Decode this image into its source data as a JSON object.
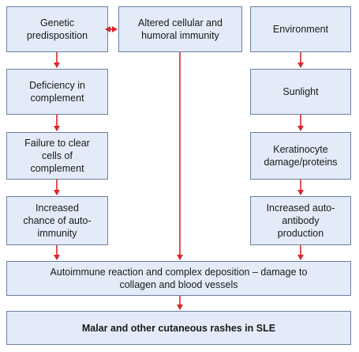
{
  "nodes": {
    "genetic": "Genetic\npredisposition",
    "altered": "Altered cellular and\nhumoral immunity",
    "environment": "Environment",
    "deficiency": "Deficiency in\ncomplement",
    "sunlight": "Sunlight",
    "failure": "Failure to clear\ncells of\ncomplement",
    "keratinocyte": "Keratinocyte\ndamage/proteins",
    "increased_auto": "Increased\nchance of auto-\nimmunity",
    "increased_antibody": "Increased auto-\nantibody\nproduction",
    "autoimmune": "Autoimmune reaction and complex deposition – damage to\ncollagen and blood vessels",
    "malar": "Malar and other cutaneous rashes in SLE"
  },
  "colors": {
    "box_fill": "#e2ebf7",
    "box_border": "#6d7f9f",
    "arrow": "#d9262c"
  }
}
